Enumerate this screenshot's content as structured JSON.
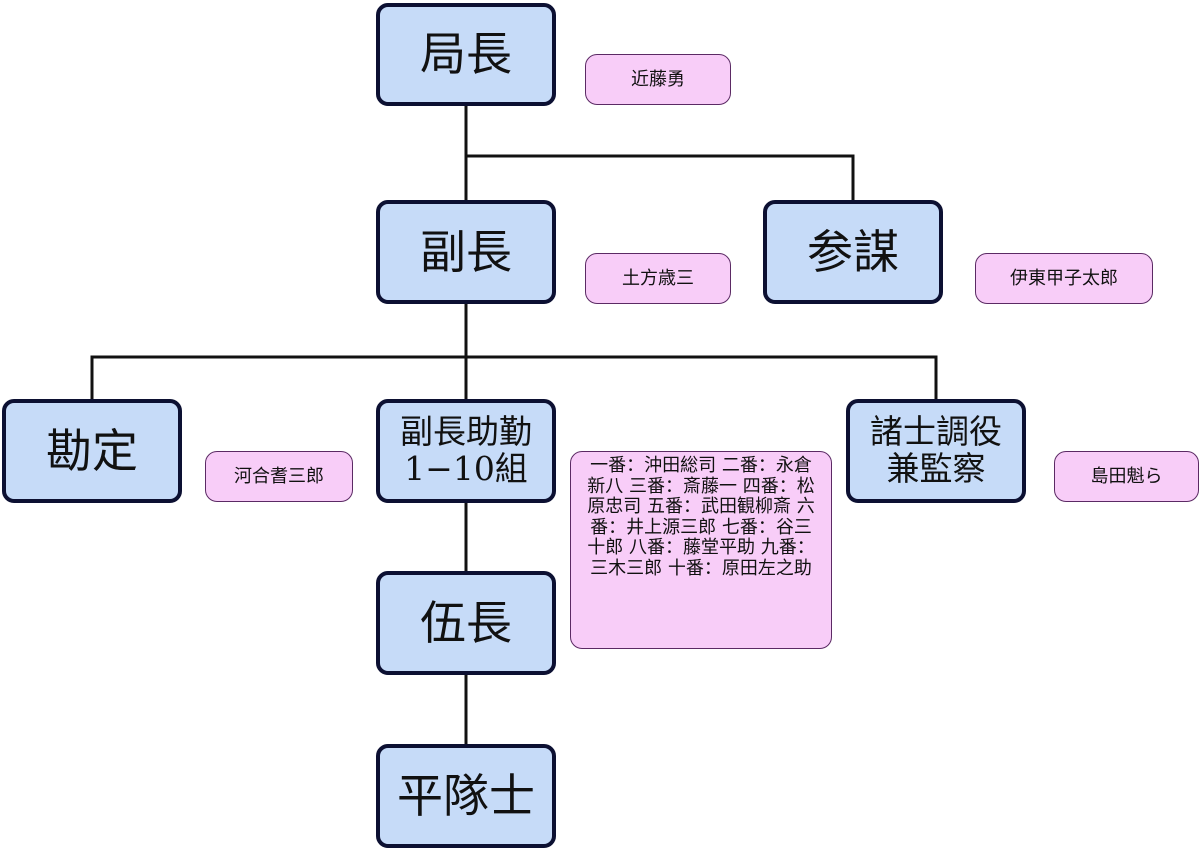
{
  "roles": {
    "kyokucho": "局長",
    "fukucho": "副長",
    "sanbo": "参謀",
    "kanjo": "勘定",
    "fukucho_jokin": "副長助勤\n1−10組",
    "shoshi": "諸士調役\n兼監察",
    "gocho": "伍長",
    "heitaishi": "平隊士"
  },
  "people": {
    "kyokucho": "近藤勇",
    "fukucho": "土方歳三",
    "sanbo": "伊東甲子太郎",
    "kanjo": "河合耆三郎",
    "fukucho_jokin": "一番：沖田総司 二番：永倉新八 三番：斎藤一 四番：松原忠司 五番：武田観柳斎 六番：井上源三郎 七番：谷三十郎 八番：藤堂平助 九番：三木三郎 十番：原田左之助",
    "shoshi": "島田魁ら"
  },
  "colors": {
    "role_fill": "#c6dbf8",
    "role_border": "#0c1032",
    "note_fill": "#f8cdf8",
    "note_border": "#5b2a64",
    "line": "#111111"
  }
}
